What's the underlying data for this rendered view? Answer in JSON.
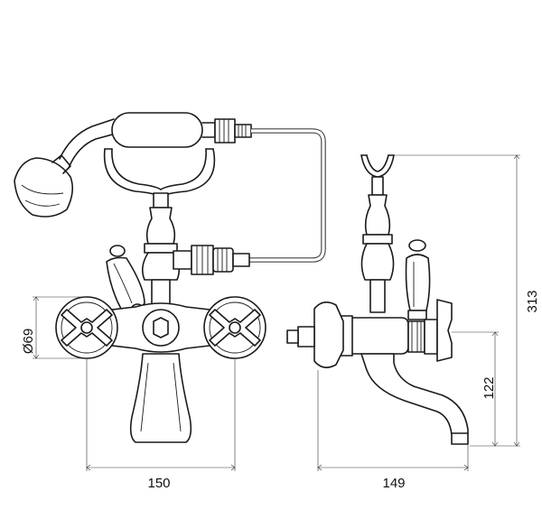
{
  "dimensions": {
    "handle_diameter": "Ø69",
    "front_width": "150",
    "side_depth": "149",
    "spout_height": "122",
    "total_height": "313"
  }
}
